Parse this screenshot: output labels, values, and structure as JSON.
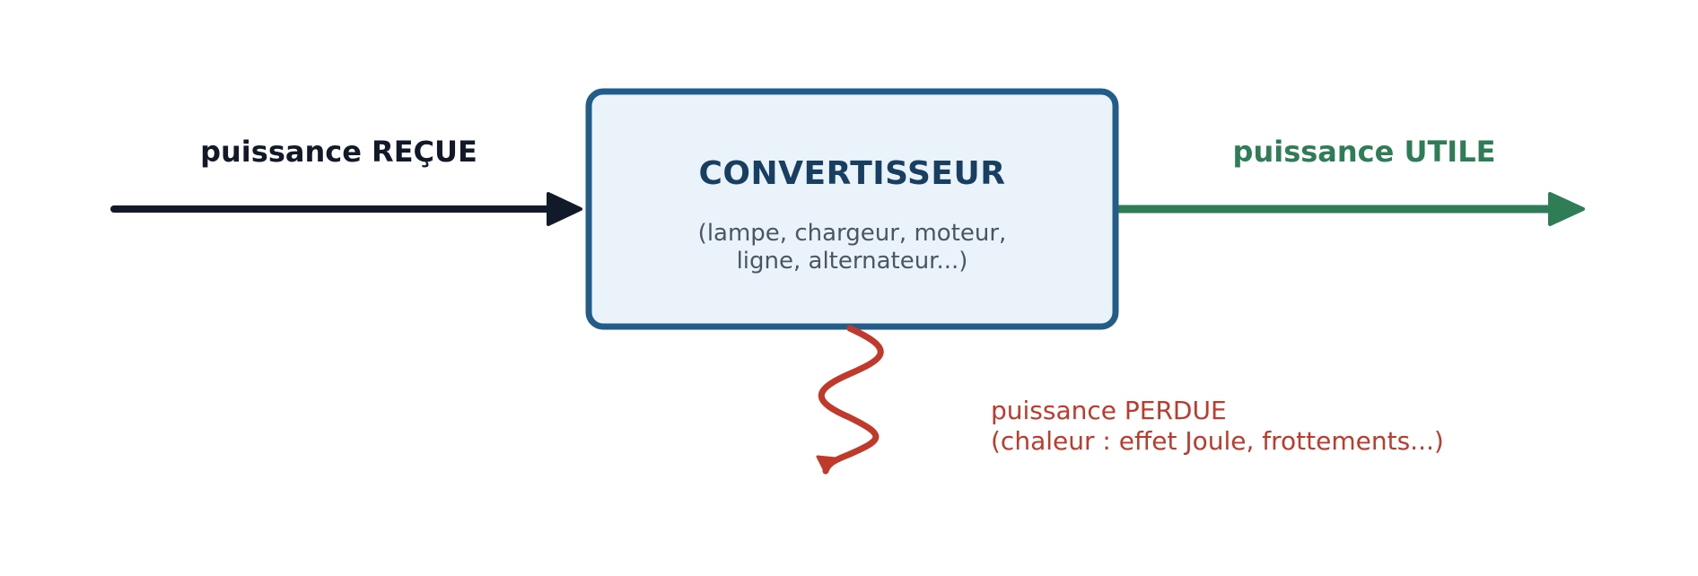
{
  "colors": {
    "input": "#121a2a",
    "output": "#2e7d57",
    "loss": "#c0392b",
    "box_border": "#225d8a",
    "box_fill": "#eaf3fa",
    "box_title": "#183f62",
    "box_subtitle": "#4c5663"
  },
  "input": {
    "label": "puissance REÇUE"
  },
  "output": {
    "label": "puissance UTILE"
  },
  "converter": {
    "title": "CONVERTISSEUR",
    "subtitle_line1": "(lampe, chargeur, moteur,",
    "subtitle_line2": "ligne, alternateur...)"
  },
  "loss": {
    "line1": "puissance PERDUE",
    "line2": "(chaleur : effet Joule, frottements...)"
  }
}
